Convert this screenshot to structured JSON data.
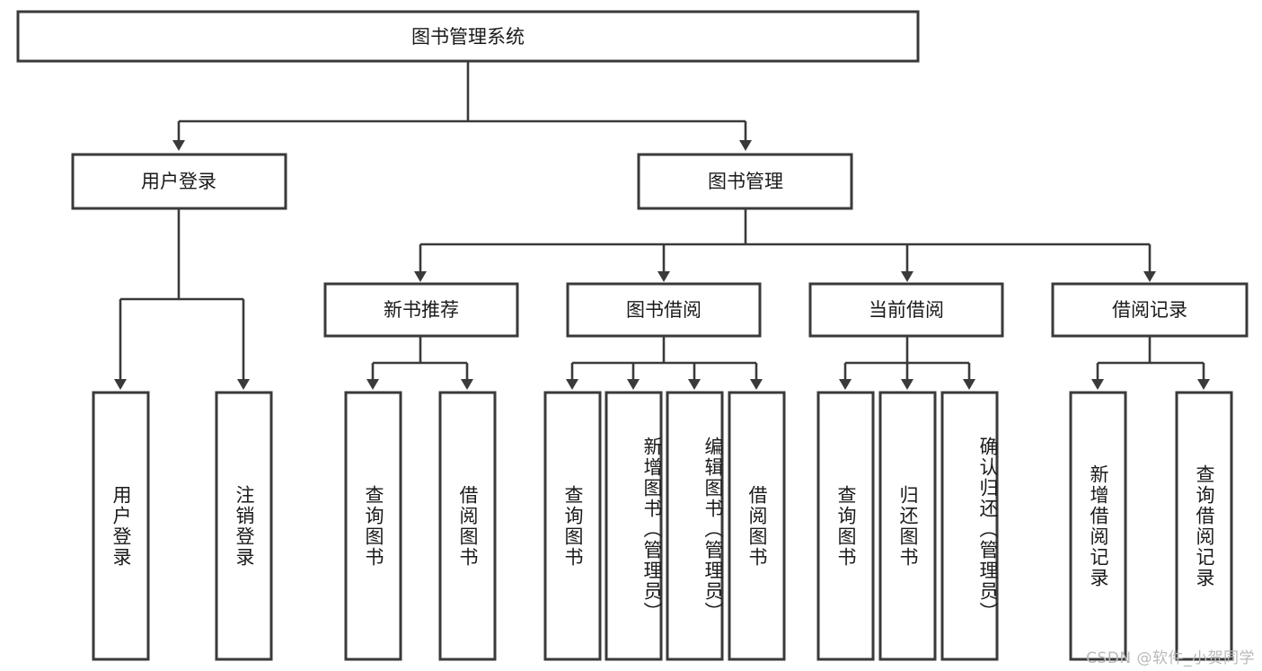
{
  "diagram": {
    "type": "tree-hierarchy",
    "title": "图书管理系统",
    "watermark": "CSDN @软件_小贺同学",
    "colors": {
      "box_stroke": "#3a3a3a",
      "box_fill": "#ffffff",
      "text": "#1a1a1a",
      "connector": "#3a3a3a",
      "watermark": "#b9b9b9",
      "background": "#ffffff"
    },
    "root": {
      "label": "图书管理系统"
    },
    "level2": [
      {
        "label": "用户登录"
      },
      {
        "label": "图书管理"
      }
    ],
    "level3": [
      {
        "label": "新书推荐"
      },
      {
        "label": "图书借阅"
      },
      {
        "label": "当前借阅"
      },
      {
        "label": "借阅记录"
      }
    ],
    "leaves": {
      "user_login": [
        {
          "label": "用户登录"
        },
        {
          "label": "注销登录"
        }
      ],
      "new_book_recommend": [
        {
          "label": "查询图书"
        },
        {
          "label": "借阅图书"
        }
      ],
      "book_borrow": [
        {
          "label": "查询图书"
        },
        {
          "label": "新增图书（管理员）"
        },
        {
          "label": "编辑图书（管理员）"
        },
        {
          "label": "借阅图书"
        }
      ],
      "current_borrow": [
        {
          "label": "查询图书"
        },
        {
          "label": "归还图书"
        },
        {
          "label": "确认归还（管理员）"
        }
      ],
      "borrow_records": [
        {
          "label": "新增借阅记录"
        },
        {
          "label": "查询借阅记录"
        }
      ]
    }
  }
}
